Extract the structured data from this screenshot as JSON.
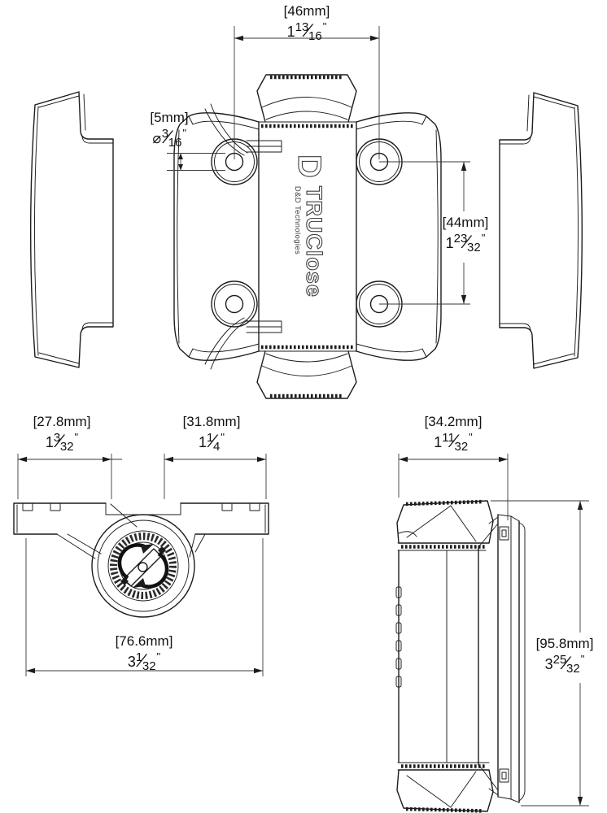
{
  "brand": {
    "logo_letter": "D",
    "product": "TRUClose",
    "company": "D&D Technologies"
  },
  "symbols": {
    "fraction_slash": "⁄",
    "inch_mark": "\"",
    "diameter": "⌀"
  },
  "dimensions": {
    "top_hole_spacing": {
      "metric": "[46mm]",
      "whole": "1",
      "numerator": "13",
      "denominator": "16"
    },
    "hole_diameter": {
      "metric": "[5mm]",
      "prefix": "⌀",
      "whole": "",
      "numerator": "3",
      "denominator": "16"
    },
    "side_hole_spacing": {
      "metric": "[44mm]",
      "whole": "1",
      "numerator": "23",
      "denominator": "32"
    },
    "leaf_width": {
      "metric": "[27.8mm]",
      "whole": "1",
      "numerator": "3",
      "denominator": "32"
    },
    "body_width": {
      "metric": "[31.8mm]",
      "whole": "1",
      "numerator": "1",
      "denominator": "4"
    },
    "hinge_depth": {
      "metric": "[34.2mm]",
      "whole": "1",
      "numerator": "11",
      "denominator": "32"
    },
    "overall_width": {
      "metric": "[76.6mm]",
      "whole": "3",
      "numerator": "1",
      "denominator": "32"
    },
    "overall_height": {
      "metric": "[95.8mm]",
      "whole": "3",
      "numerator": "25",
      "denominator": "32"
    }
  }
}
